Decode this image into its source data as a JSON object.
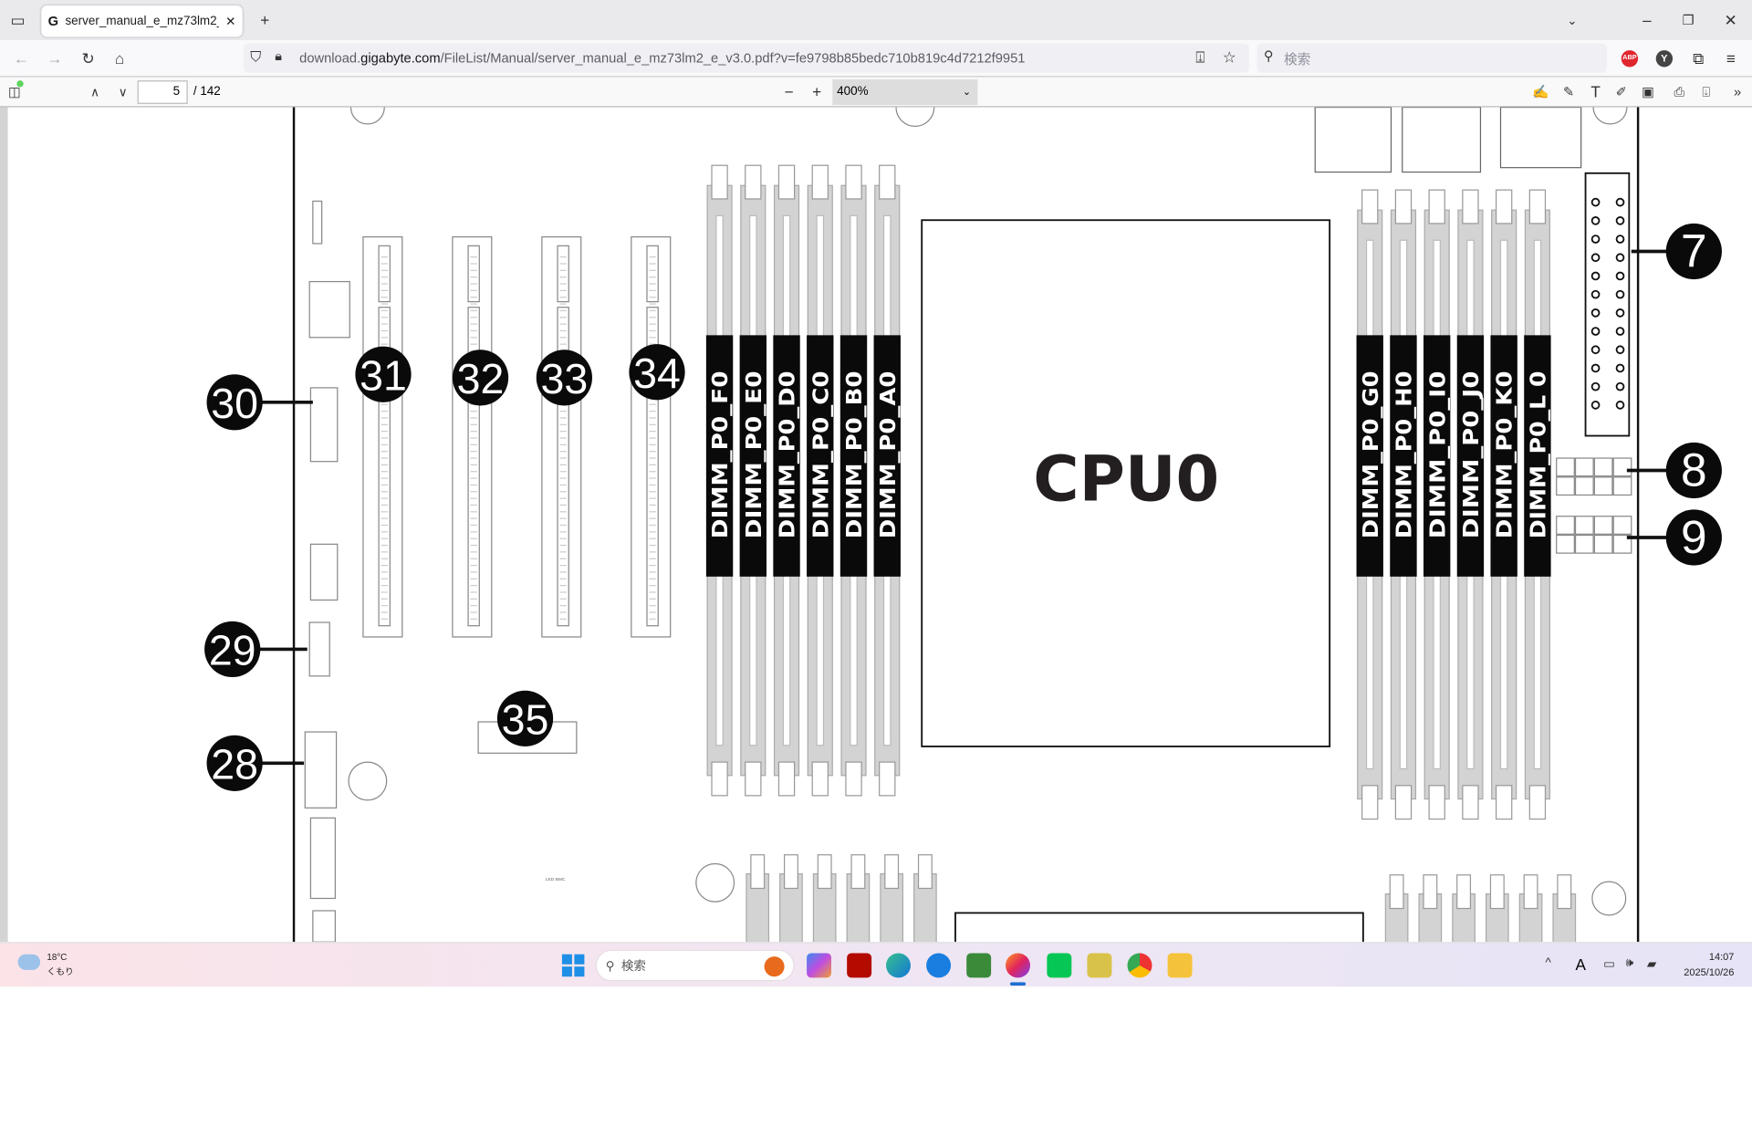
{
  "browser": {
    "tab_title": "server_manual_e_mz73lm2_e_v3.0.pdf",
    "url_prefix": "download.",
    "url_domain": "gigabyte.com",
    "url_path": "/FileList/Manual/server_manual_e_mz73lm2_e_v3.0.pdf?v=fe9798b85bedc710b819c4d7212f9951",
    "search_placeholder": "検索",
    "extensions": [
      "ABP",
      "Y"
    ]
  },
  "pdf_toolbar": {
    "page": "5",
    "page_total": "/ 142",
    "zoom": "400%"
  },
  "diagram": {
    "cpu_label": "CPU0",
    "dimms_left": [
      "DIMM_P0_F0",
      "DIMM_P0_E0",
      "DIMM_P0_D0",
      "DIMM_P0_C0",
      "DIMM_P0_B0",
      "DIMM_P0_A0"
    ],
    "dimms_right": [
      "DIMM_P0_G0",
      "DIMM_P0_H0",
      "DIMM_P0_I0",
      "DIMM_P0_J0",
      "DIMM_P0_K0",
      "DIMM_P0_L 0"
    ],
    "callouts": [
      "7",
      "8",
      "9",
      "28",
      "29",
      "30",
      "31",
      "32",
      "33",
      "34",
      "35"
    ],
    "small_text": "LED BMC"
  },
  "taskbar": {
    "weather_temp": "18°C",
    "weather_desc": "くもり",
    "search_placeholder": "検索",
    "time": "14:07",
    "date": "2025/10/26",
    "ime": "A"
  }
}
